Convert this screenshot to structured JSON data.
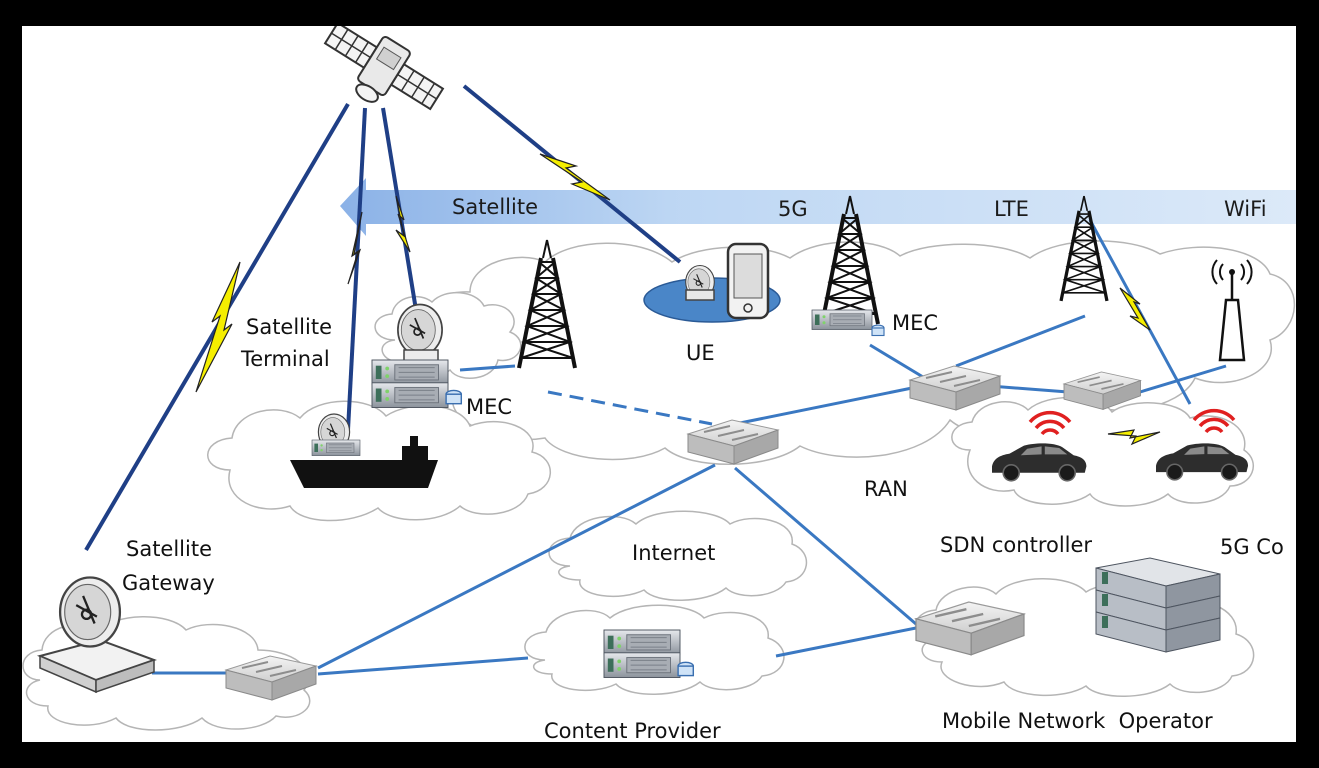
{
  "diagram": {
    "band_labels": {
      "satellite": "Satellite",
      "g5": "5G",
      "lte": "LTE",
      "wifi": "WiFi"
    },
    "labels": {
      "satellite_terminal_line1": "Satellite",
      "satellite_terminal_line2": "Terminal",
      "mec_left": "MEC",
      "mec_right": "MEC",
      "ue": "UE",
      "ran": "RAN",
      "satellite_gateway_line1": "Satellite",
      "satellite_gateway_line2": "Gateway",
      "internet": "Internet",
      "sdn_controller": "SDN controller",
      "core_5g": "5G Co",
      "content_provider": "Content Provider",
      "mobile_network_operator": "Mobile Network  Operator"
    },
    "colors": {
      "link": "#3a78c2",
      "satellite_link": "#1f3f86",
      "lightning": "#f5ee00",
      "band": "#9cc2ee",
      "cloud_stroke": "#b5b5b5",
      "wifi_signal": "#e02020"
    },
    "icons": [
      "satellite-icon",
      "tower-icon",
      "switch-icon",
      "server-icon",
      "dish-icon",
      "car-icon",
      "ship-icon",
      "router-icon",
      "phone-icon"
    ]
  }
}
